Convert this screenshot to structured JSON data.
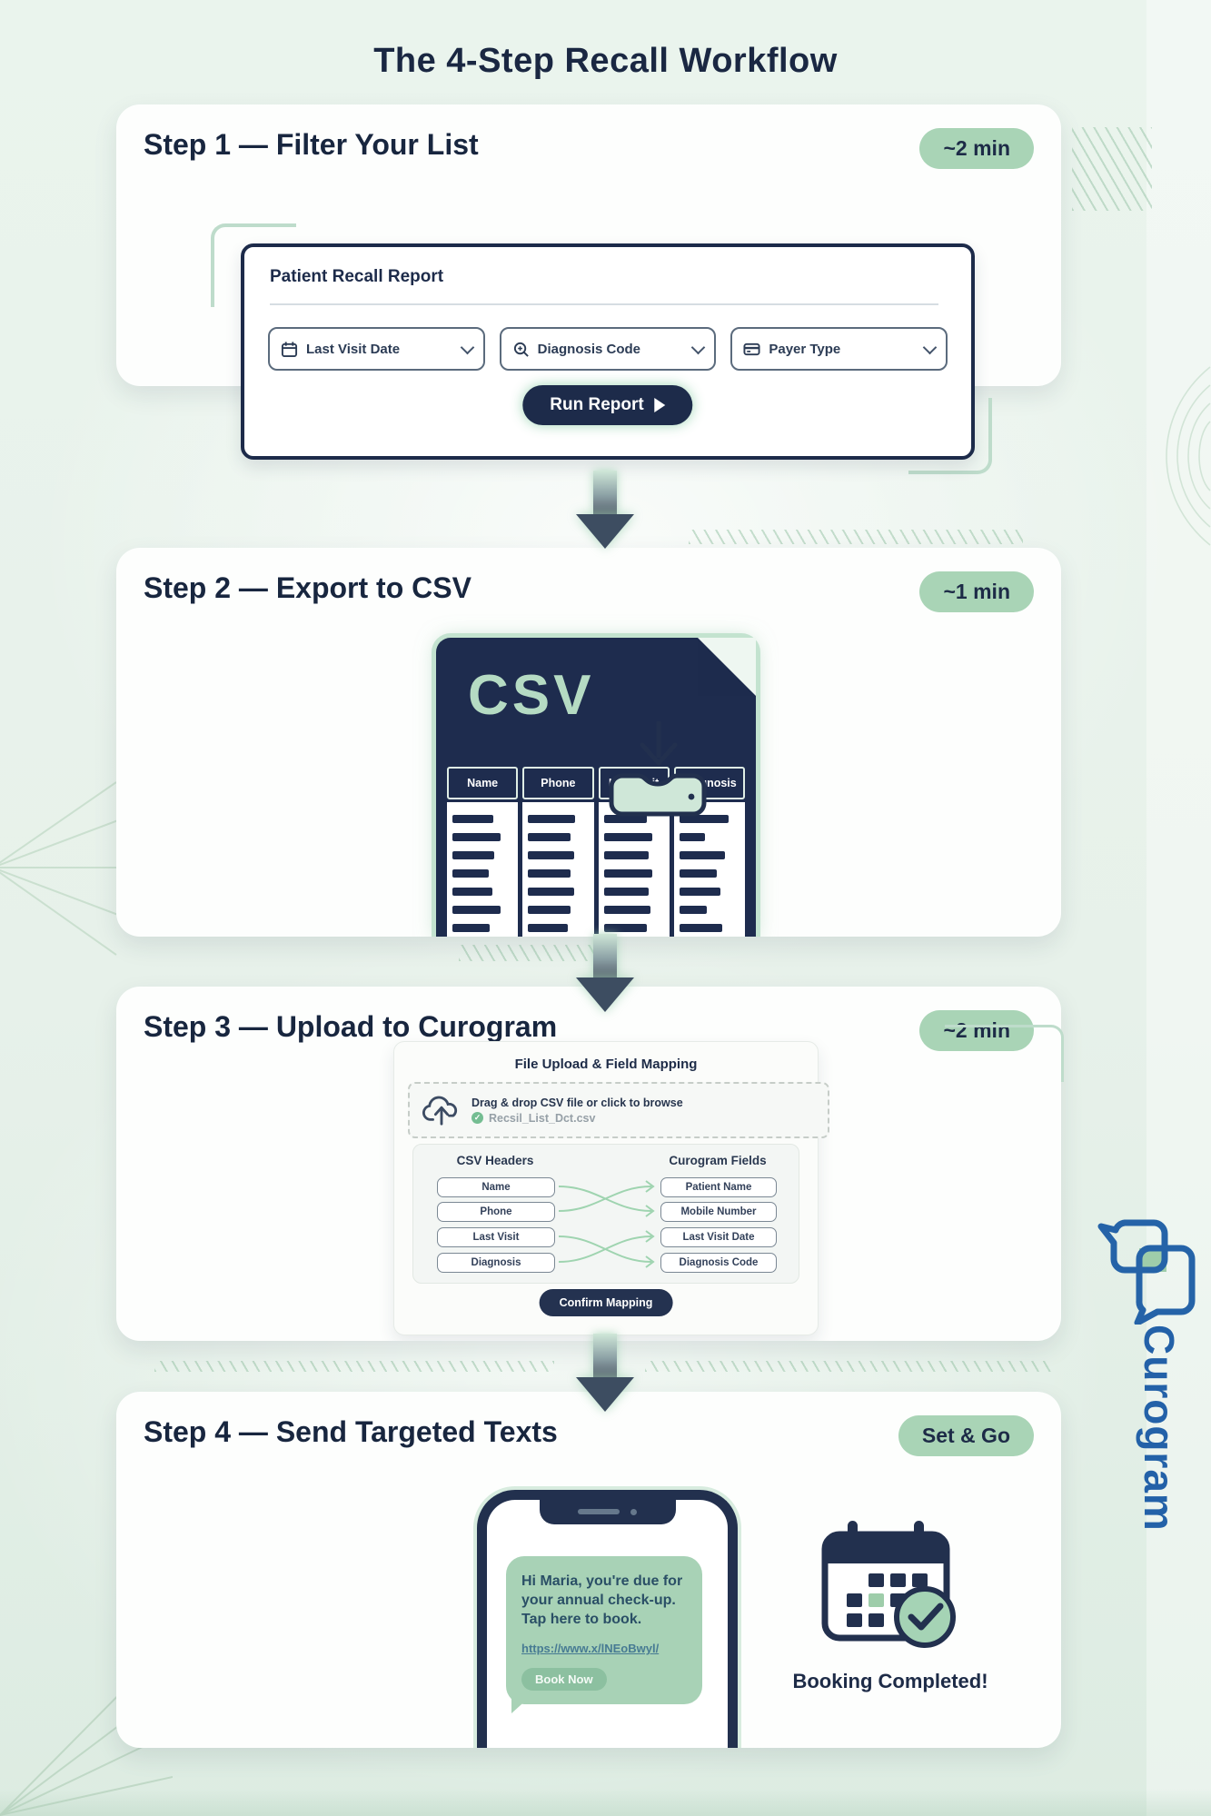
{
  "title": "The 4-Step Recall Workflow",
  "brand": {
    "name": "Curogram"
  },
  "steps": [
    {
      "title": "Step 1 — Filter Your List",
      "badge": "~2 min",
      "panel": {
        "title": "Patient Recall Report",
        "filters": [
          {
            "label": "Last Visit Date",
            "icon": "calendar-icon"
          },
          {
            "label": "Diagnosis Code",
            "icon": "search-icon"
          },
          {
            "label": "Payer Type",
            "icon": "credit-card-icon"
          }
        ],
        "run_button": "Run Report"
      }
    },
    {
      "title": "Step 2 — Export to CSV",
      "badge": "~1 min",
      "csv": {
        "file_label": "CSV",
        "columns": [
          "Name",
          "Phone",
          "Last Visit",
          "Diagnosis"
        ]
      }
    },
    {
      "title": "Step 3 — Upload to Curogram",
      "badge": "~2 min",
      "upload": {
        "panel_title": "File Upload & Field Mapping",
        "dropzone_text": "Drag & drop CSV file or click to browse",
        "file_name": "Recsil_List_Dct.csv",
        "csv_headers_title": "CSV Headers",
        "curogram_fields_title": "Curogram Fields",
        "csv_headers": [
          "Name",
          "Phone",
          "Last Visit",
          "Diagnosis"
        ],
        "curogram_fields": [
          "Patient Name",
          "Mobile Number",
          "Last Visit Date",
          "Diagnosis Code"
        ],
        "confirm_button": "Confirm Mapping"
      }
    },
    {
      "title": "Step 4 — Send Targeted Texts",
      "badge": "Set & Go",
      "message": {
        "text": "Hi Maria, you're due for your annual check-up. Tap here to book.",
        "link": "https://www.x/lNEoBwyl/",
        "button": "Book Now"
      },
      "booking_caption": "Booking Completed!"
    }
  ],
  "colors": {
    "navy": "#1d2b4a",
    "mint_badge": "#a9d4b6",
    "background": "#e8f1ea",
    "logo_blue": "#2361a8",
    "bubble_green": "#a8d2b6"
  }
}
